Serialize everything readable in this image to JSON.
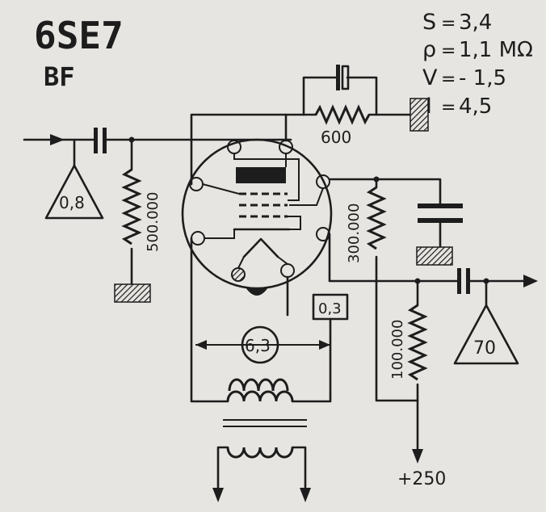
{
  "tube": {
    "name": "6SE7",
    "type": "BF"
  },
  "params": [
    {
      "label": "S",
      "value": "3,4"
    },
    {
      "label": "ρ",
      "value": "1,1 MΩ"
    },
    {
      "label": "V",
      "value": "- 1,5"
    },
    {
      "label": "I",
      "value": "4,5"
    }
  ],
  "components": {
    "grid_resistor": "500.000",
    "cathode_resistor": "600",
    "screen_resistor": "300.000",
    "plate_resistor": "100.000",
    "heater_current": "0,3",
    "heater_voltage": "6,3",
    "supply": "+250"
  },
  "levels": {
    "input": "0,8",
    "output": "70"
  },
  "colors": {
    "ink": "#1d1d1d",
    "paper": "#e6e5e1"
  }
}
